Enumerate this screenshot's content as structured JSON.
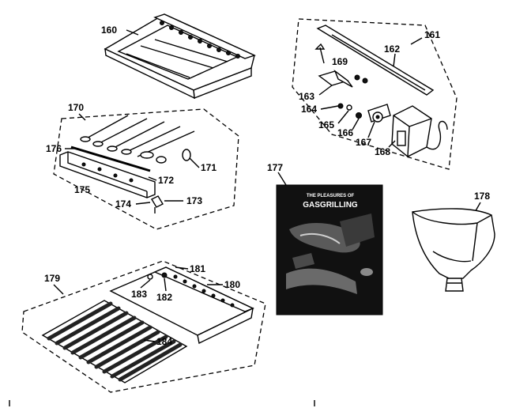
{
  "callouts": {
    "c160": "160",
    "c161": "161",
    "c162": "162",
    "c163": "163",
    "c164": "164",
    "c165": "165",
    "c166": "166",
    "c167": "167",
    "c168": "168",
    "c169": "169",
    "c170": "170",
    "c171": "171",
    "c172": "172",
    "c173": "173",
    "c174": "174",
    "c175": "175",
    "c176": "176",
    "c177": "177",
    "c178": "178",
    "c179": "179",
    "c180": "180",
    "c181": "181",
    "c182": "182",
    "c183": "183",
    "c184": "184"
  },
  "booklet": {
    "title_line1": "THE PLEASURES OF",
    "title_line2": "GASGRILLING"
  },
  "colors": {
    "ink": "#000000",
    "paper": "#ffffff",
    "booklet": "#111111"
  }
}
